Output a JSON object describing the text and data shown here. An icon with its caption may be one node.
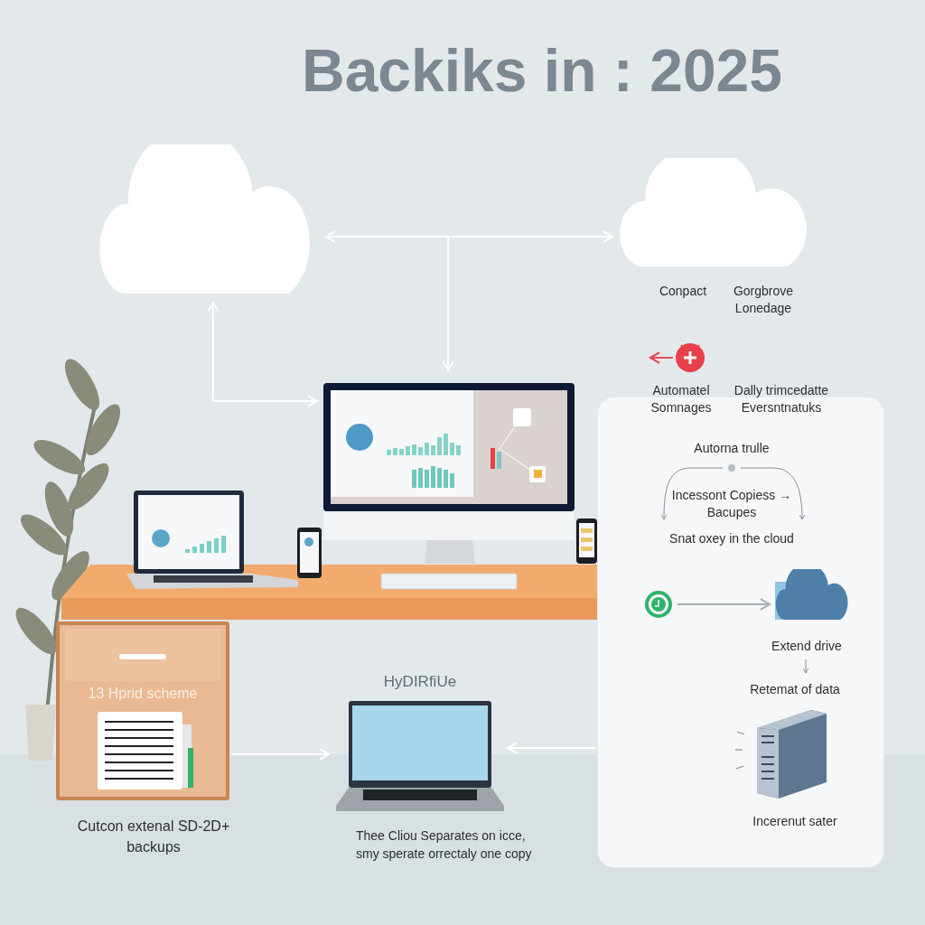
{
  "diagram": {
    "title": "Backiks in : 2025",
    "nodes": [
      {
        "text": [],
        "shape": "cloud"
      },
      {
        "text": [],
        "shape": "cloud",
        "beside": [
          "Conpact",
          "Gorgbrove Lonedage"
        ]
      },
      {
        "text": [],
        "shape": "picture"
      },
      {
        "text": [],
        "shape": "box"
      },
      {
        "text": [
          "13 Hprid scheme"
        ],
        "beside": [
          "Cutcon extenal SD-2D+ backups"
        ]
      },
      {
        "text": [
          "HyDIRfiUe"
        ],
        "beside": [
          "Thee Cliou Separates on icce, smy sperate orrectaly one copy"
        ]
      },
      {
        "text": [],
        "shape": "circle",
        "in": 3
      },
      {
        "text": [],
        "shape": "cloud",
        "in": 3
      },
      {
        "text": [],
        "shape": "circle",
        "beside": [
          "Automatel Somnages",
          "Dally trimcedatte Eversntnatuks"
        ]
      }
    ],
    "edges": [
      {
        "from": 0,
        "to": 2,
        "arrow": "both"
      },
      {
        "from": 0,
        "to": 1,
        "arrow": "both"
      },
      {
        "from": 1,
        "to": 2,
        "arrow": "to"
      },
      {
        "from": 8,
        "to": null,
        "arrow": "to",
        "color": "#e8404a"
      },
      {
        "from": 6,
        "to": 7,
        "arrow": "to",
        "color": "#a7afb4"
      },
      {
        "from": 4,
        "to": 5,
        "arrow": "to"
      },
      {
        "from": 3,
        "to": 5,
        "arrow": "to"
      }
    ],
    "labels": [
      "Autorna trulle",
      "Incessont Copiess → Bacupes",
      "Snat oxey in the cloud",
      "Extend drive",
      "Retemat of data",
      "Incerenut sater"
    ]
  }
}
